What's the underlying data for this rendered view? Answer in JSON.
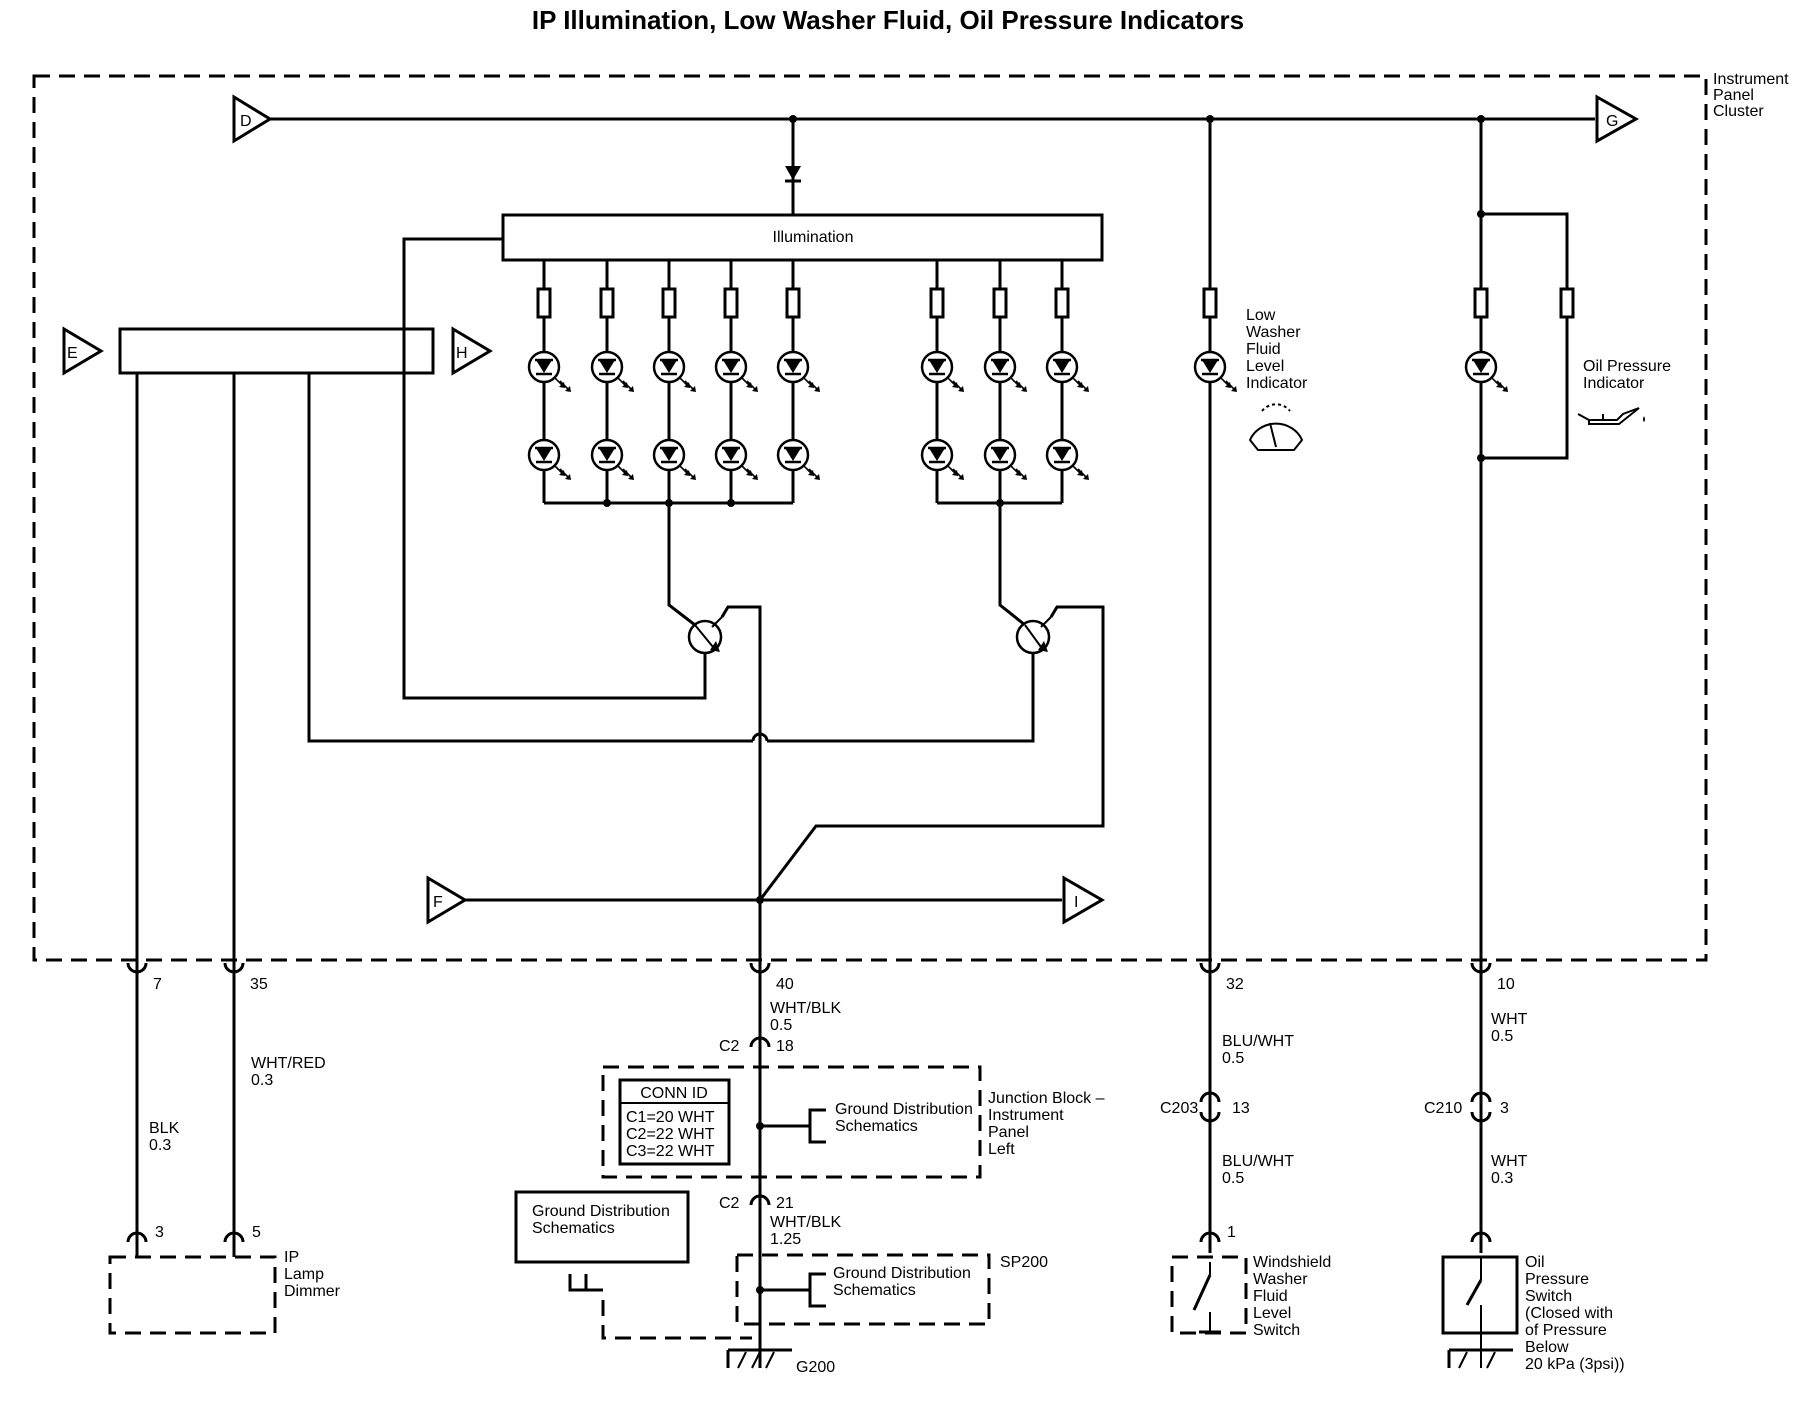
{
  "title": "IP Illumination, Low Washer Fluid, Oil Pressure Indicators",
  "cluster": {
    "label_lines": [
      "Instrument",
      "Panel",
      "Cluster"
    ]
  },
  "illumination": {
    "label": "Illumination"
  },
  "offpage": {
    "D": "D",
    "G": "G",
    "E": "E",
    "H": "H",
    "F": "F",
    "I": "I"
  },
  "washer_indicator": {
    "label_lines": [
      "Low",
      "Washer",
      "Fluid",
      "Level",
      "Indicator"
    ]
  },
  "oil_indicator": {
    "label_lines": [
      "Oil Pressure",
      "Indicator"
    ]
  },
  "pins": {
    "p7": "7",
    "p35": "35",
    "p40": "40",
    "p32": "32",
    "p10": "10",
    "dimmer_3": "3",
    "dimmer_5": "5",
    "c2_18_conn": "C2",
    "c2_18_pin": "18",
    "c2_21_conn": "C2",
    "c2_21_pin": "21",
    "c203_conn": "C203",
    "c203_pin": "13",
    "c210_conn": "C210",
    "c210_pin": "3",
    "washer_sw_pin": "1"
  },
  "wires": {
    "blk": [
      "BLK",
      "0.3"
    ],
    "wht_red": [
      "WHT/RED",
      "0.3"
    ],
    "wht_blk_1": [
      "WHT/BLK",
      "0.5"
    ],
    "wht_blk_2": [
      "WHT/BLK",
      "1.25"
    ],
    "blu_wht_1": [
      "BLU/WHT",
      "0.5"
    ],
    "blu_wht_2": [
      "BLU/WHT",
      "0.5"
    ],
    "wht_1": [
      "WHT",
      "0.5"
    ],
    "wht_2": [
      "WHT",
      "0.3"
    ]
  },
  "conn_id": {
    "header": "CONN ID",
    "rows": [
      "C1=20 WHT",
      "C2=22 WHT",
      "C3=22 WHT"
    ]
  },
  "junction_block": {
    "label_lines": [
      "Junction Block –",
      "Instrument",
      "Panel",
      "Left"
    ]
  },
  "ground_dist": {
    "jb": [
      "Ground Distribution",
      "Schematics"
    ],
    "left": [
      "Ground Distribution",
      "Schematics"
    ],
    "sp": [
      "Ground Distribution",
      "Schematics"
    ]
  },
  "splice": "SP200",
  "ground": "G200",
  "ip_dimmer": {
    "label_lines": [
      "IP",
      "Lamp",
      "Dimmer"
    ]
  },
  "washer_switch": {
    "label_lines": [
      "Windshield",
      "Washer",
      "Fluid",
      "Level",
      "Switch"
    ]
  },
  "oil_switch": {
    "label_lines": [
      "Oil",
      "Pressure",
      "Switch",
      "(Closed with",
      "of Pressure",
      "Below",
      "20 kPa (3psi))"
    ]
  }
}
